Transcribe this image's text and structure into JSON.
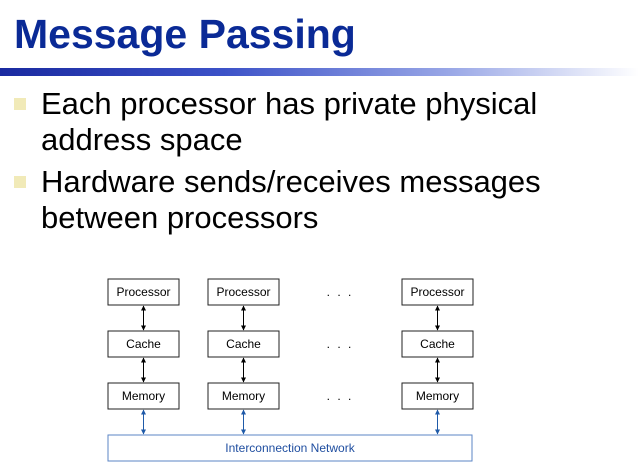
{
  "slide": {
    "title": "Message Passing",
    "bullets": [
      "Each processor has private physical address space",
      "Hardware sends/receives messages between processors"
    ]
  },
  "diagram": {
    "columns": [
      {
        "processor": "Processor",
        "cache": "Cache",
        "memory": "Memory"
      },
      {
        "processor": "Processor",
        "cache": "Cache",
        "memory": "Memory"
      },
      {
        "processor": "Processor",
        "cache": "Cache",
        "memory": "Memory"
      }
    ],
    "ellipsis": ". . .",
    "network_label": "Interconnection Network"
  }
}
